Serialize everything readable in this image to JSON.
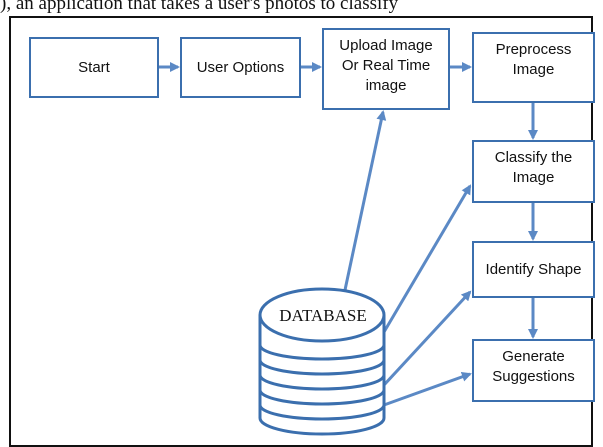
{
  "top_text": "), an application that takes a user's photos to classify",
  "nodes": {
    "start": "Start",
    "user_options": "User Options",
    "upload": "Upload Image\nOr Real Time\nimage",
    "preprocess": "Preprocess\nImage",
    "classify": "Classify the\nImage",
    "identify_shape": "Identify Shape",
    "generate": "Generate\nSuggestions"
  },
  "database": {
    "label": "DATABASE"
  },
  "colors": {
    "stroke": "#3b6fae",
    "arrow": "#5b89c5"
  }
}
